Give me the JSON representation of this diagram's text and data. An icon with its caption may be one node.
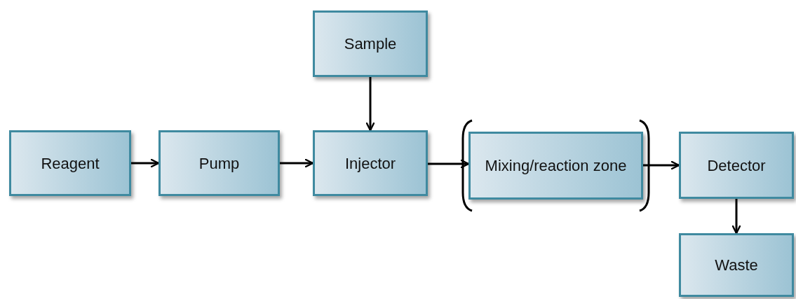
{
  "diagram": {
    "nodes": [
      {
        "text": [
          "Sample"
        ]
      },
      {
        "text": [
          "Reagent"
        ]
      },
      {
        "text": [
          "Pump"
        ]
      },
      {
        "text": [
          "Injector"
        ]
      },
      {
        "text": [
          "Mixing/reaction zone"
        ]
      },
      {
        "text": [
          "Detector"
        ]
      },
      {
        "text": [
          "Waste"
        ]
      }
    ],
    "edges": [
      {
        "from": 1,
        "to": 2,
        "arrow": "to"
      },
      {
        "from": 2,
        "to": 3,
        "arrow": "to"
      },
      {
        "from": 0,
        "to": 3,
        "arrow": "to"
      },
      {
        "from": 3,
        "to": 4,
        "arrow": "to"
      },
      {
        "from": 4,
        "to": 5,
        "arrow": "to"
      },
      {
        "from": 5,
        "to": 6,
        "arrow": "to"
      }
    ]
  }
}
